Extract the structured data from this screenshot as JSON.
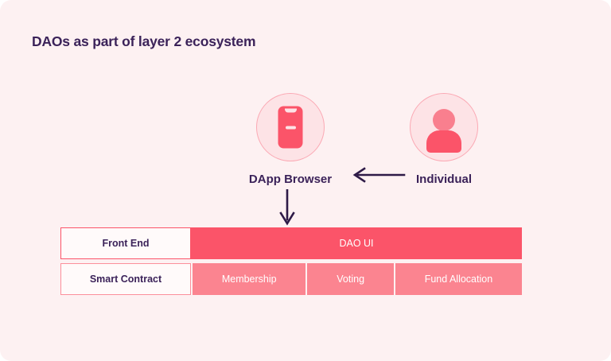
{
  "page": {
    "title": "DAOs as part of layer 2 ecosystem",
    "background_color": "#fdf1f2",
    "text_color": "#3b2259",
    "accent_primary": "#fb5469",
    "accent_secondary": "#fb8490",
    "icon_circle_fill": "#fde3e6",
    "icon_circle_border": "#fba9b4"
  },
  "nodes": [
    {
      "id": "dapp-browser",
      "label": "DApp Browser",
      "icon": "mobile-phone-icon"
    },
    {
      "id": "individual",
      "label": "Individual",
      "icon": "person-icon"
    }
  ],
  "arrows": [
    {
      "id": "individual-to-dapp",
      "direction": "left",
      "from": "Individual",
      "to": "DApp Browser",
      "color": "#2e1a47"
    },
    {
      "id": "dapp-to-frontend",
      "direction": "down",
      "from": "DApp Browser",
      "to": "Front End",
      "color": "#2e1a47"
    }
  ],
  "stack": {
    "rows": [
      {
        "id": "front-end",
        "label": "Front End",
        "cells": [
          {
            "text": "DAO UI",
            "style": "primary"
          }
        ]
      },
      {
        "id": "smart-contract",
        "label": "Smart Contract",
        "cells": [
          {
            "text": "Membership",
            "style": "secondary"
          },
          {
            "text": "Voting",
            "style": "secondary"
          },
          {
            "text": "Fund Allocation",
            "style": "secondary"
          }
        ]
      }
    ]
  }
}
